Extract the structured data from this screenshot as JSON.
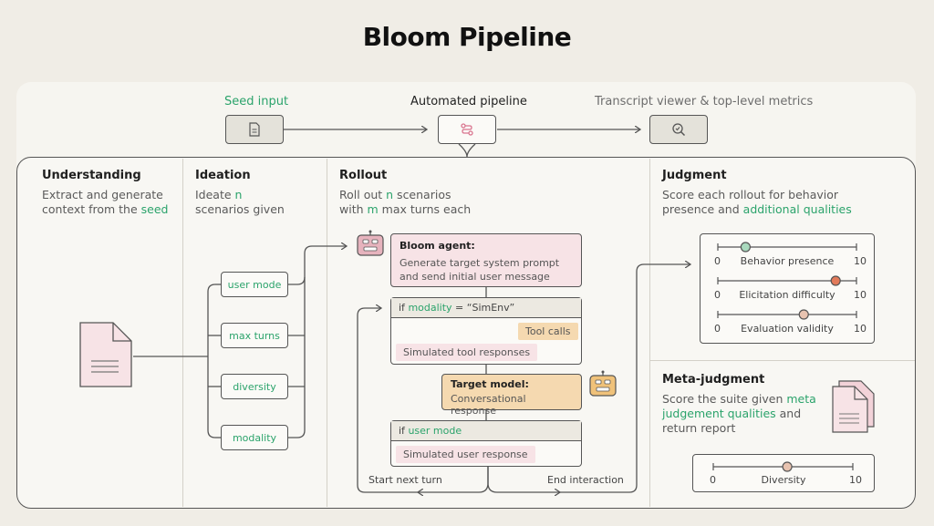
{
  "title": "Bloom Pipeline",
  "top": {
    "seed_input": "Seed input",
    "automated_pipeline": "Automated pipeline",
    "transcript_viewer": "Transcript viewer & top-level metrics"
  },
  "understanding": {
    "heading": "Understanding",
    "desc_line1": "Extract and generate",
    "desc_line2_prefix": "context from the ",
    "desc_line2_keyword": "seed"
  },
  "ideation": {
    "heading": "Ideation",
    "desc_line1_prefix": "Ideate ",
    "desc_line1_keyword": "n",
    "desc_line2": "scenarios given",
    "pills": [
      "user mode",
      "max turns",
      "diversity",
      "modality"
    ]
  },
  "rollout": {
    "heading": "Rollout",
    "desc_line1_prefix": "Roll out ",
    "desc_line1_keyword": "n",
    "desc_line1_suffix": " scenarios",
    "desc_line2_prefix": "with ",
    "desc_line2_keyword": "m",
    "desc_line2_suffix": " max turns each",
    "bloom_agent_title": "Bloom agent:",
    "bloom_agent_line1": "Generate target system prompt",
    "bloom_agent_line2": "and send initial user message",
    "modality_prefix": "if ",
    "modality_keyword": "modality",
    "modality_suffix": " = “SimEnv”",
    "tool_calls": "Tool calls",
    "simulated_tool_responses": "Simulated tool responses",
    "target_model_title": "Target model:",
    "target_model_line": "Conversational response",
    "user_mode_prefix": "if ",
    "user_mode_keyword": "user mode",
    "simulated_user_response": "Simulated user response",
    "start_next_turn": "Start next turn",
    "end_interaction": "End interaction"
  },
  "judgment": {
    "heading": "Judgment",
    "desc_line1": "Score each rollout for behavior",
    "desc_line2_prefix": "presence and ",
    "desc_line2_keyword": "additional qualities",
    "metrics": [
      {
        "label": "Behavior presence",
        "min": "0",
        "max": "10",
        "value": 2,
        "color": "#a9d9bd"
      },
      {
        "label": "Elicitation difficulty",
        "min": "0",
        "max": "10",
        "value": 8.5,
        "color": "#e27a5a"
      },
      {
        "label": "Evaluation validity",
        "min": "0",
        "max": "10",
        "value": 6.2,
        "color": "#e8c3b0"
      }
    ]
  },
  "meta": {
    "heading": "Meta-judgment",
    "desc_line1_prefix": "Score the suite given ",
    "desc_line1_keyword": "meta",
    "desc_line2_keyword": "judgement qualities",
    "desc_line2_suffix": " and",
    "desc_line3": "return report",
    "metric": {
      "label": "Diversity",
      "min": "0",
      "max": "10",
      "value": 5.3,
      "color": "#e8c3b0"
    }
  },
  "colors": {
    "accent_green": "#2ba36b",
    "pink": "#f7e3e6",
    "orange": "#f5d9b0",
    "line": "#555555"
  }
}
